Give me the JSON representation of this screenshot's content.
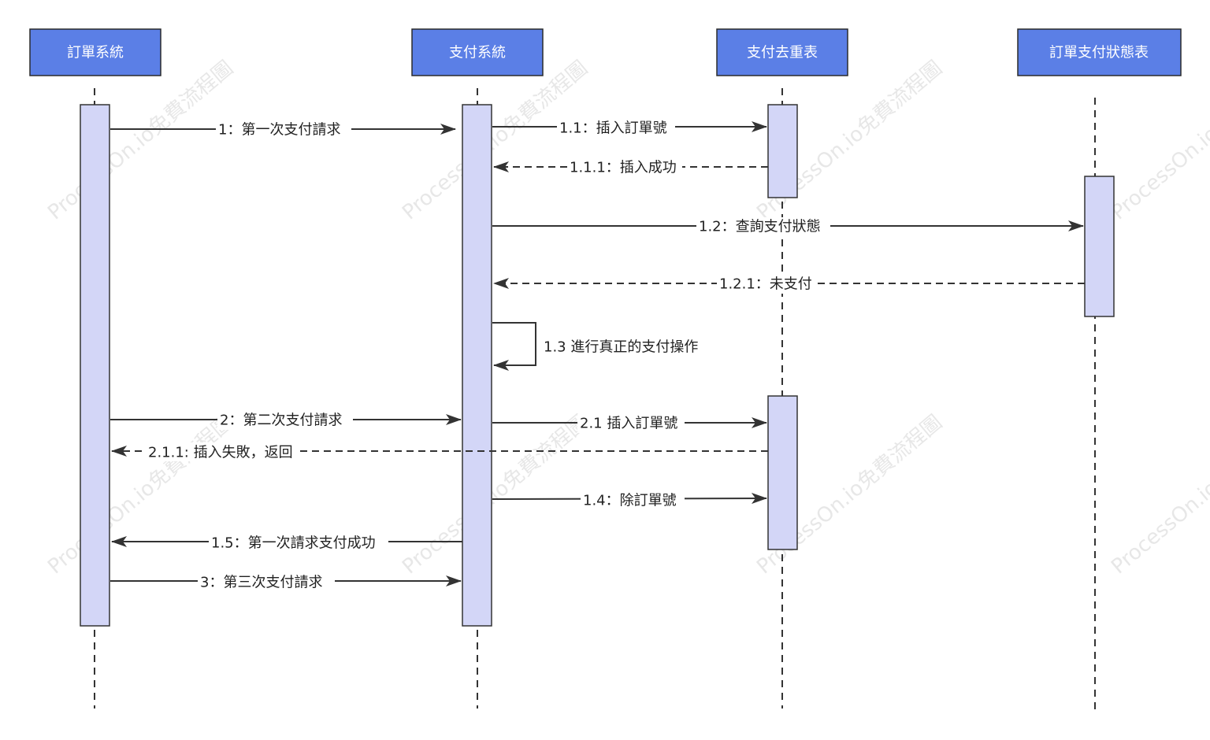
{
  "participants": [
    {
      "id": "order_system",
      "label": "訂單系統"
    },
    {
      "id": "payment_system",
      "label": "支付系統"
    },
    {
      "id": "dedup_table",
      "label": "支付去重表"
    },
    {
      "id": "status_table",
      "label": "訂單支付狀態表"
    }
  ],
  "messages": [
    {
      "label": "1：第一次支付請求",
      "from": "order_system",
      "to": "payment_system",
      "style": "solid"
    },
    {
      "label": "1.1：插入訂單號",
      "from": "payment_system",
      "to": "dedup_table",
      "style": "solid"
    },
    {
      "label": "1.1.1：插入成功",
      "from": "dedup_table",
      "to": "payment_system",
      "style": "dashed"
    },
    {
      "label": "1.2：查詢支付狀態",
      "from": "payment_system",
      "to": "status_table",
      "style": "solid"
    },
    {
      "label": "1.2.1：未支付",
      "from": "status_table",
      "to": "payment_system",
      "style": "dashed"
    },
    {
      "label": "1.3 進行真正的支付操作",
      "from": "payment_system",
      "to": "payment_system",
      "style": "solid"
    },
    {
      "label": "2：第二次支付請求",
      "from": "order_system",
      "to": "payment_system",
      "style": "solid"
    },
    {
      "label": "2.1 插入訂單號",
      "from": "payment_system",
      "to": "dedup_table",
      "style": "solid"
    },
    {
      "label": "2.1.1: 插入失敗，返回",
      "from": "dedup_table",
      "to": "order_system",
      "style": "dashed"
    },
    {
      "label": "1.4：除訂單號",
      "from": "payment_system",
      "to": "dedup_table",
      "style": "solid"
    },
    {
      "label": "1.5：第一次請求支付成功",
      "from": "payment_system",
      "to": "order_system",
      "style": "solid"
    },
    {
      "label": "3：第三次支付請求",
      "from": "order_system",
      "to": "payment_system",
      "style": "solid"
    }
  ],
  "watermark": "ProcessOn.io免費流程圖"
}
